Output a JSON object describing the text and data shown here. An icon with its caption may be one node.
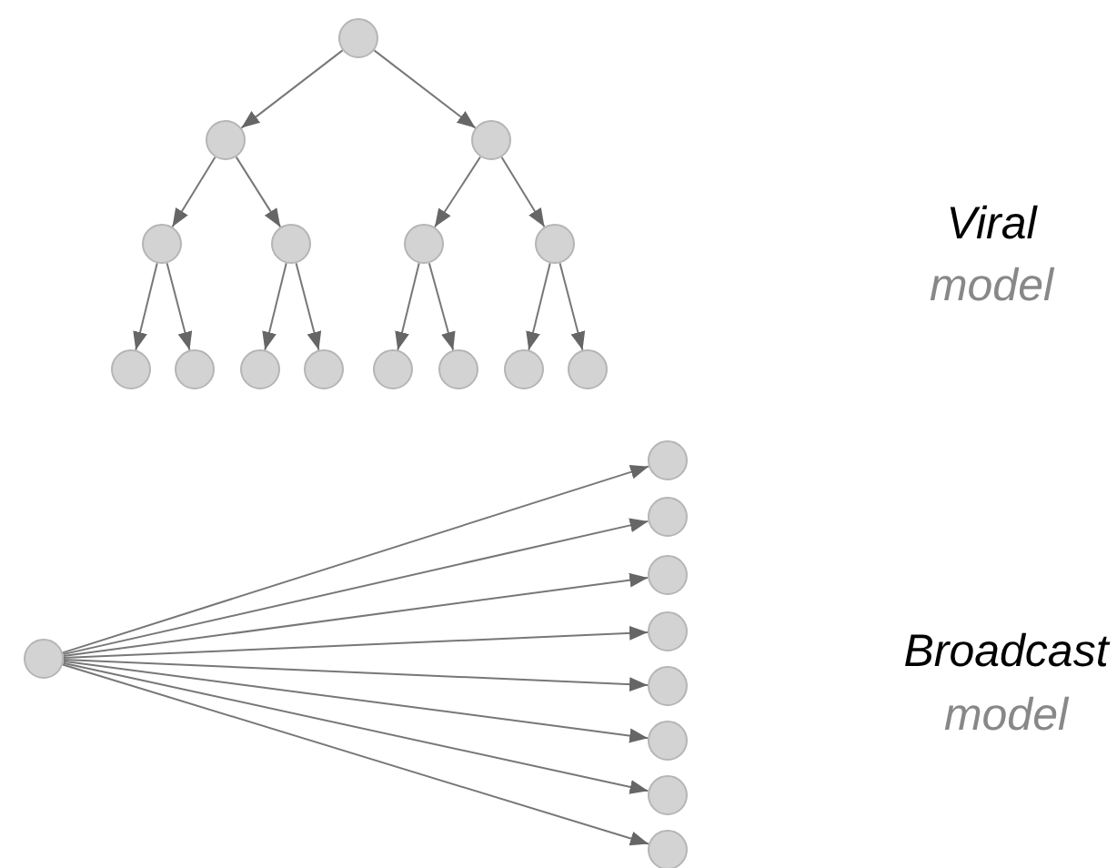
{
  "diagram": {
    "nodes": [
      {
        "text": [],
        "shape": "circle"
      },
      {
        "text": [],
        "shape": "circle"
      },
      {
        "text": [],
        "shape": "circle"
      },
      {
        "text": [],
        "shape": "circle"
      },
      {
        "text": [],
        "shape": "circle"
      },
      {
        "text": [],
        "shape": "circle"
      },
      {
        "text": [],
        "shape": "circle"
      },
      {
        "text": [],
        "shape": "circle"
      },
      {
        "text": [],
        "shape": "circle"
      },
      {
        "text": [],
        "shape": "circle"
      },
      {
        "text": [],
        "shape": "circle"
      },
      {
        "text": [],
        "shape": "circle"
      },
      {
        "text": [],
        "shape": "circle"
      },
      {
        "text": [],
        "shape": "circle"
      },
      {
        "text": [],
        "shape": "circle"
      },
      {
        "text": [],
        "shape": "circle"
      },
      {
        "text": [],
        "shape": "circle"
      },
      {
        "text": [],
        "shape": "circle"
      },
      {
        "text": [],
        "shape": "circle"
      },
      {
        "text": [],
        "shape": "circle"
      },
      {
        "text": [],
        "shape": "circle"
      },
      {
        "text": [],
        "shape": "circle"
      },
      {
        "text": [],
        "shape": "circle"
      },
      {
        "text": [],
        "shape": "circle"
      }
    ],
    "edges": [
      {
        "from": 0,
        "to": 1,
        "arrow": "to"
      },
      {
        "from": 0,
        "to": 2,
        "arrow": "to"
      },
      {
        "from": 1,
        "to": 3,
        "arrow": "to"
      },
      {
        "from": 1,
        "to": 4,
        "arrow": "to"
      },
      {
        "from": 2,
        "to": 5,
        "arrow": "to"
      },
      {
        "from": 2,
        "to": 6,
        "arrow": "to"
      },
      {
        "from": 3,
        "to": 7,
        "arrow": "to"
      },
      {
        "from": 3,
        "to": 8,
        "arrow": "to"
      },
      {
        "from": 4,
        "to": 9,
        "arrow": "to"
      },
      {
        "from": 4,
        "to": 10,
        "arrow": "to"
      },
      {
        "from": 5,
        "to": 11,
        "arrow": "to"
      },
      {
        "from": 5,
        "to": 12,
        "arrow": "to"
      },
      {
        "from": 6,
        "to": 13,
        "arrow": "to"
      },
      {
        "from": 6,
        "to": 14,
        "arrow": "to"
      },
      {
        "from": 15,
        "to": 16,
        "arrow": "to"
      },
      {
        "from": 15,
        "to": 17,
        "arrow": "to"
      },
      {
        "from": 15,
        "to": 18,
        "arrow": "to"
      },
      {
        "from": 15,
        "to": 19,
        "arrow": "to"
      },
      {
        "from": 15,
        "to": 20,
        "arrow": "to"
      },
      {
        "from": 15,
        "to": 21,
        "arrow": "to"
      },
      {
        "from": 15,
        "to": 22,
        "arrow": "to"
      },
      {
        "from": 15,
        "to": 23,
        "arrow": "to"
      }
    ],
    "labels": [
      "Viral",
      "model",
      "Broadcast",
      "model"
    ]
  }
}
